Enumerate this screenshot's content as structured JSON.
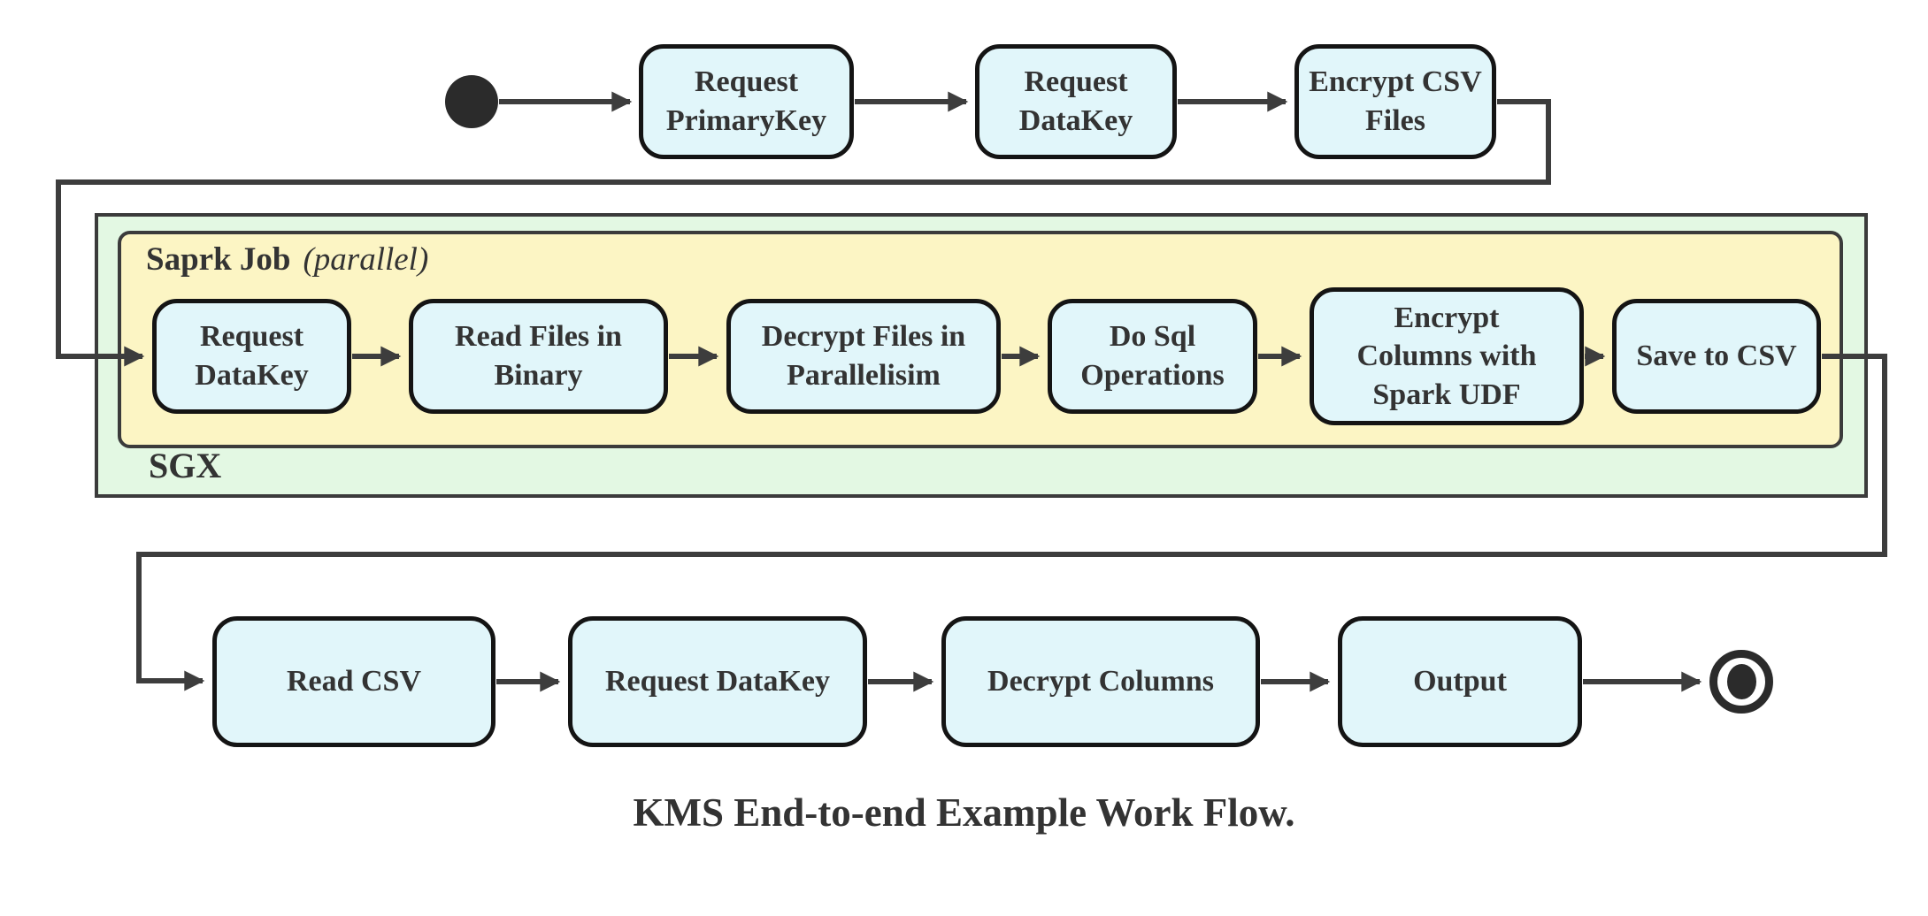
{
  "caption": "KMS End-to-end Example Work Flow.",
  "flow": {
    "start_row": [
      {
        "label": "Request PrimaryKey"
      },
      {
        "label": "Request DataKey"
      },
      {
        "label": "Encrypt CSV Files"
      }
    ],
    "sgx": {
      "label": "SGX",
      "spark_job": {
        "title": "Saprk Job",
        "mode": "(parallel)",
        "steps": [
          {
            "label": "Request DataKey"
          },
          {
            "label": "Read Files in Binary"
          },
          {
            "label": "Decrypt Files in Parallelisim"
          },
          {
            "label": "Do Sql Operations"
          },
          {
            "label": "Encrypt Columns with Spark UDF"
          },
          {
            "label": "Save to CSV"
          }
        ]
      }
    },
    "end_row": [
      {
        "label": "Read CSV"
      },
      {
        "label": "Request DataKey"
      },
      {
        "label": "Decrypt Columns"
      },
      {
        "label": "Output"
      }
    ]
  },
  "colors": {
    "node_fill": "#e1f6fa",
    "node_border": "#141414",
    "sgx_fill": "#e3f8e3",
    "spark_fill": "#fcf5c4",
    "container_border": "#3b3b3b",
    "edge": "#3d3d3d",
    "terminal": "#2b2b2b",
    "text": "#333333"
  }
}
